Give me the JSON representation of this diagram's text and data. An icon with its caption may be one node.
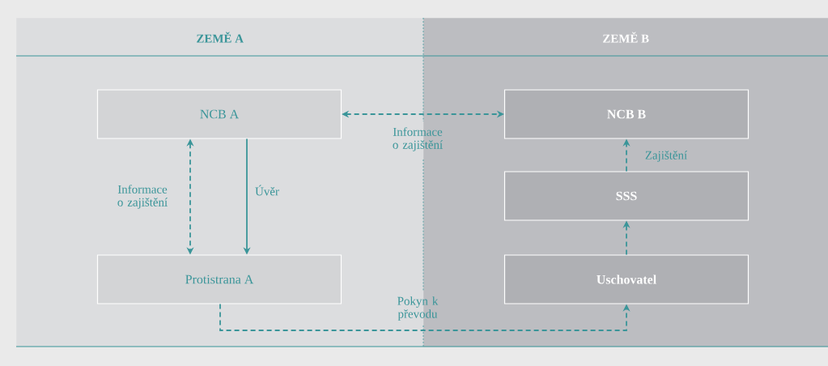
{
  "diagram": {
    "nodes": [
      {
        "text": [
          "ZEMĚ A"
        ]
      },
      {
        "text": [
          "ZEMĚ B"
        ]
      },
      {
        "text": [
          "NCB A"
        ],
        "in": 0
      },
      {
        "text": [
          "Protistrana A"
        ],
        "in": 0
      },
      {
        "text": [
          "NCB B"
        ],
        "in": 1
      },
      {
        "text": [
          "SSS"
        ],
        "in": 1
      },
      {
        "text": [
          "Uschovatel"
        ],
        "in": 1
      }
    ],
    "edges": [
      {
        "from": 2,
        "to": 4,
        "arrow": "both",
        "style": "dashed",
        "label": "Informace o zajištění"
      },
      {
        "from": 2,
        "to": 3,
        "arrow": "both",
        "style": "dashed",
        "label": "Informace o zajištění"
      },
      {
        "from": 2,
        "to": 3,
        "arrow": "to",
        "label": "Úvěr"
      },
      {
        "from": 5,
        "to": 4,
        "arrow": "to",
        "style": "dashed",
        "label": "Zajištění"
      },
      {
        "from": 6,
        "to": 5,
        "arrow": "to",
        "style": "dashed"
      },
      {
        "from": 3,
        "to": 6,
        "arrow": "to",
        "style": "dashed",
        "label": "Pokyn k převodu"
      }
    ]
  }
}
